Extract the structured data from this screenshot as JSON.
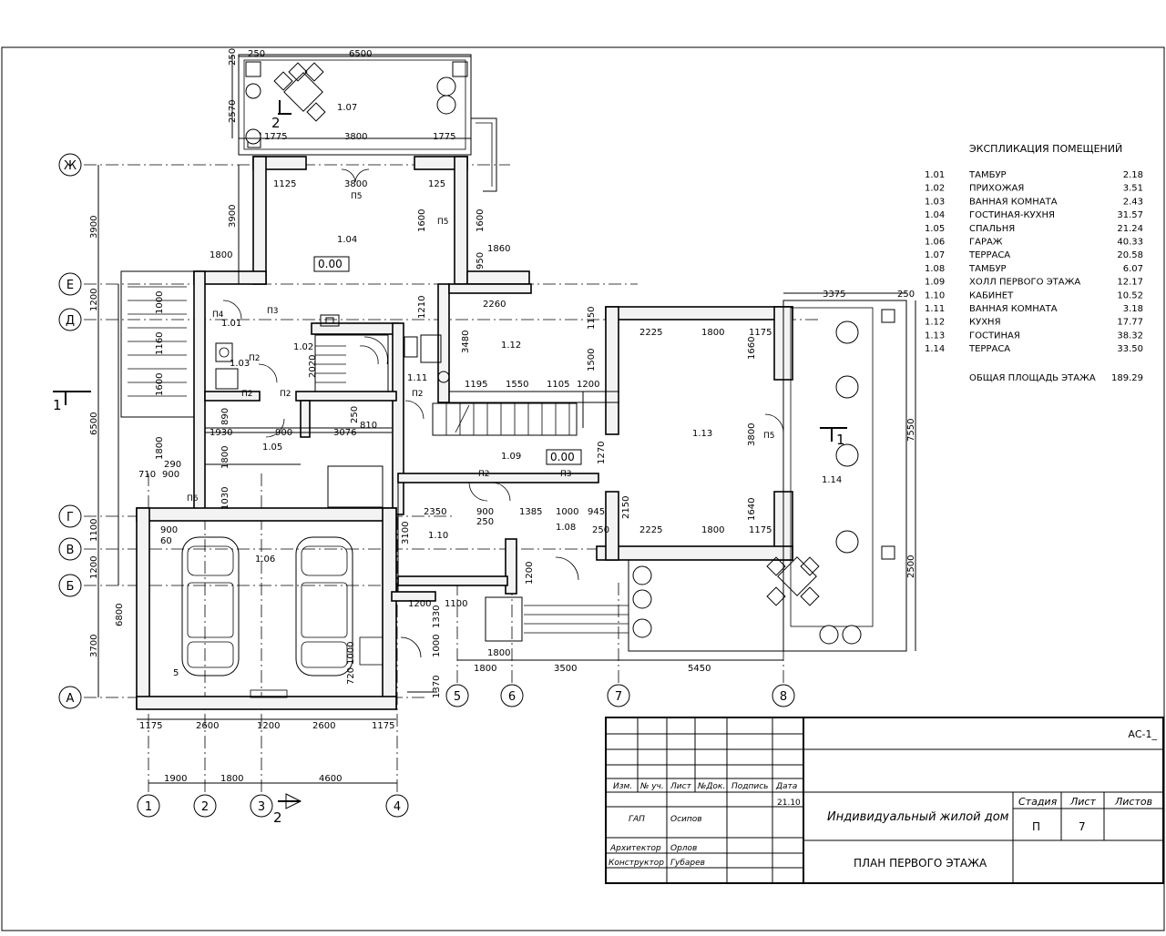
{
  "explication": {
    "title": "ЭКСПЛИКАЦИЯ ПОМЕЩЕНИЙ",
    "rooms": [
      {
        "num": "1.01",
        "name": "ТАМБУР",
        "area": "2.18"
      },
      {
        "num": "1.02",
        "name": "ПРИХОЖАЯ",
        "area": "3.51"
      },
      {
        "num": "1.03",
        "name": "ВАННАЯ КОМНАТА",
        "area": "2.43"
      },
      {
        "num": "1.04",
        "name": "ГОСТИНАЯ-КУХНЯ",
        "area": "31.57"
      },
      {
        "num": "1.05",
        "name": "СПАЛЬНЯ",
        "area": "21.24"
      },
      {
        "num": "1.06",
        "name": "ГАРАЖ",
        "area": "40.33"
      },
      {
        "num": "1.07",
        "name": "ТЕРРАСА",
        "area": "20.58"
      },
      {
        "num": "1.08",
        "name": "ТАМБУР",
        "area": "6.07"
      },
      {
        "num": "1.09",
        "name": "ХОЛЛ ПЕРВОГО ЭТАЖА",
        "area": "12.17"
      },
      {
        "num": "1.10",
        "name": "КАБИНЕТ",
        "area": "10.52"
      },
      {
        "num": "1.11",
        "name": "ВАННАЯ КОМНАТА",
        "area": "3.18"
      },
      {
        "num": "1.12",
        "name": "КУХНЯ",
        "area": "17.77"
      },
      {
        "num": "1.13",
        "name": "ГОСТИНАЯ",
        "area": "38.32"
      },
      {
        "num": "1.14",
        "name": "ТЕРРАСА",
        "area": "33.50"
      }
    ],
    "total_label": "ОБЩАЯ ПЛОЩАДЬ ЭТАЖА",
    "total_value": "189.29"
  },
  "room_labels": [
    "1.01",
    "1.02",
    "1.03",
    "1.04",
    "1.05",
    "1.06",
    "1.07",
    "1.08",
    "1.09",
    "1.10",
    "1.11",
    "1.12",
    "1.13",
    "1.14"
  ],
  "levels": [
    "0.00",
    "0.00"
  ],
  "axes": {
    "letters": [
      "Ж",
      "Е",
      "Д",
      "Г",
      "В",
      "Б",
      "А"
    ],
    "numbers": [
      "1",
      "2",
      "3",
      "4",
      "5",
      "6",
      "7",
      "8"
    ]
  },
  "section_marks": [
    "1",
    "1",
    "2",
    "2"
  ],
  "door_marks": [
    "П4",
    "П3",
    "П2",
    "П2",
    "П2",
    "П2",
    "П2",
    "П3",
    "П5",
    "П5",
    "П5",
    "П6"
  ],
  "dims": {
    "top_1": "250",
    "top_2": "6500",
    "top_3": "1775",
    "top_4": "3800",
    "top_5": "1775",
    "left_1": "250",
    "left_2": "2570",
    "left_3": "3900",
    "left_4": "1200",
    "left_5": "6500",
    "left_6": "1100",
    "left_7": "1200",
    "left_8": "3700",
    "left_9": "6800",
    "in_1": "3800",
    "in_2": "1125",
    "in_3": "125",
    "in_4": "1800",
    "in_5": "3900",
    "in_6": "1600",
    "in_7": "1600",
    "in_8": "1860",
    "in_9": "950",
    "in_10": "2260",
    "in_11": "1210",
    "in_12": "1150",
    "in_13": "1500",
    "in_14": "3480",
    "in_15": "2225",
    "in_16": "1800",
    "in_17": "1175",
    "in_18": "1660",
    "in_19": "3375",
    "in_20": "250",
    "in_21": "1195",
    "in_22": "1550",
    "in_23": "1105",
    "in_24": "1200",
    "in_25": "2020",
    "in_26": "1160",
    "in_27": "1600",
    "in_28": "1000",
    "in_29": "890",
    "in_30": "1930",
    "in_31": "900",
    "in_32": "3076",
    "in_33": "810",
    "in_34": "250",
    "in_35": "1800",
    "in_36": "1270",
    "in_37": "3800",
    "in_38": "7550",
    "in_39": "290",
    "in_40": "710",
    "in_41": "900",
    "in_42": "1800",
    "in_43": "1030",
    "in_44": "900",
    "in_45": "60",
    "in_46": "2350",
    "in_47": "900",
    "in_48": "250",
    "in_49": "1385",
    "in_50": "1000",
    "in_51": "945",
    "in_52": "2150",
    "in_53": "250",
    "in_54": "2225",
    "in_55": "1800",
    "in_56": "1175",
    "in_57": "1640",
    "in_58": "3100",
    "in_59": "1200",
    "in_60": "1200",
    "in_61": "1100",
    "in_62": "1330",
    "in_63": "1000",
    "in_64": "1800",
    "in_65": "2500",
    "in_66": "1370",
    "in_67": "720",
    "in_68": "1000",
    "in_69": "5",
    "bot_1": "1175",
    "bot_2": "2600",
    "bot_3": "1200",
    "bot_4": "2600",
    "bot_5": "1175",
    "bot_6": "1900",
    "bot_7": "1800",
    "bot_8": "4600",
    "bot_9": "1800",
    "bot_10": "3500",
    "bot_11": "5450"
  },
  "title_block": {
    "code": "АС-1_",
    "headers": [
      "Изм.",
      "№ уч.",
      "Лист",
      "№Док.",
      "Подпись",
      "Дата"
    ],
    "date": "21.10",
    "roles": [
      {
        "role": "ГАП",
        "name": "Осипов"
      },
      {
        "role": "Архитектор",
        "name": "Орлов"
      },
      {
        "role": "Конструктор",
        "name": "Губарев"
      }
    ],
    "project": "Индивидуальный жилой дом",
    "sheet_title": "ПЛАН ПЕРВОГО ЭТАЖА",
    "stage_label": "Стадия",
    "sheet_label": "Лист",
    "sheets_label": "Листов",
    "stage": "П",
    "sheet": "7"
  }
}
